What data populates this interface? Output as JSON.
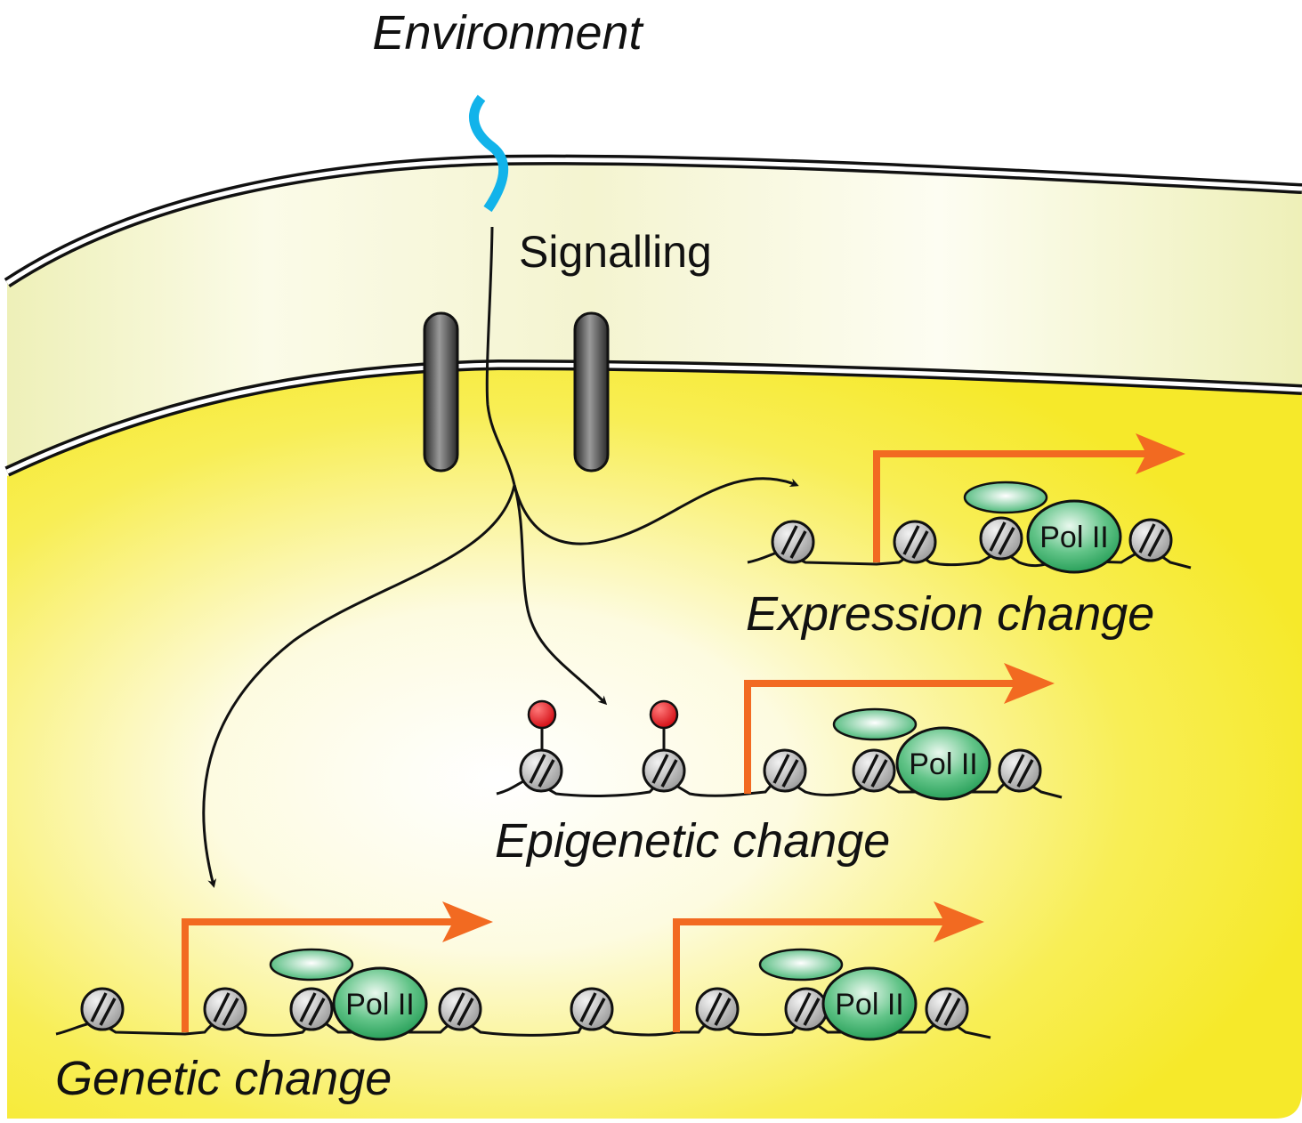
{
  "labels": {
    "environment": "Environment",
    "signalling": "Signalling",
    "expression": "Expression change",
    "epigenetic": "Epigenetic change",
    "genetic": "Genetic change"
  },
  "polymerase_label": "Pol II",
  "colors": {
    "cytoplasm": "#f7e92c",
    "membrane_band": "#f0f0c4",
    "signal_molecule": "#12b3ea",
    "transcription_arrow": "#f26a21",
    "polymerase": "#25a65a",
    "methyl_mark": "#e3161e",
    "nucleosome": "#c8c8c8",
    "channel_protein": "#555555"
  },
  "icons": {
    "nucleosome": "nucleosome-icon",
    "polymerase": "pol-ii-icon",
    "methyl_mark": "methyl-mark-icon",
    "transcription_start": "transcription-arrow-icon",
    "signal": "signal-molecule-icon",
    "channel": "channel-protein-icon"
  }
}
